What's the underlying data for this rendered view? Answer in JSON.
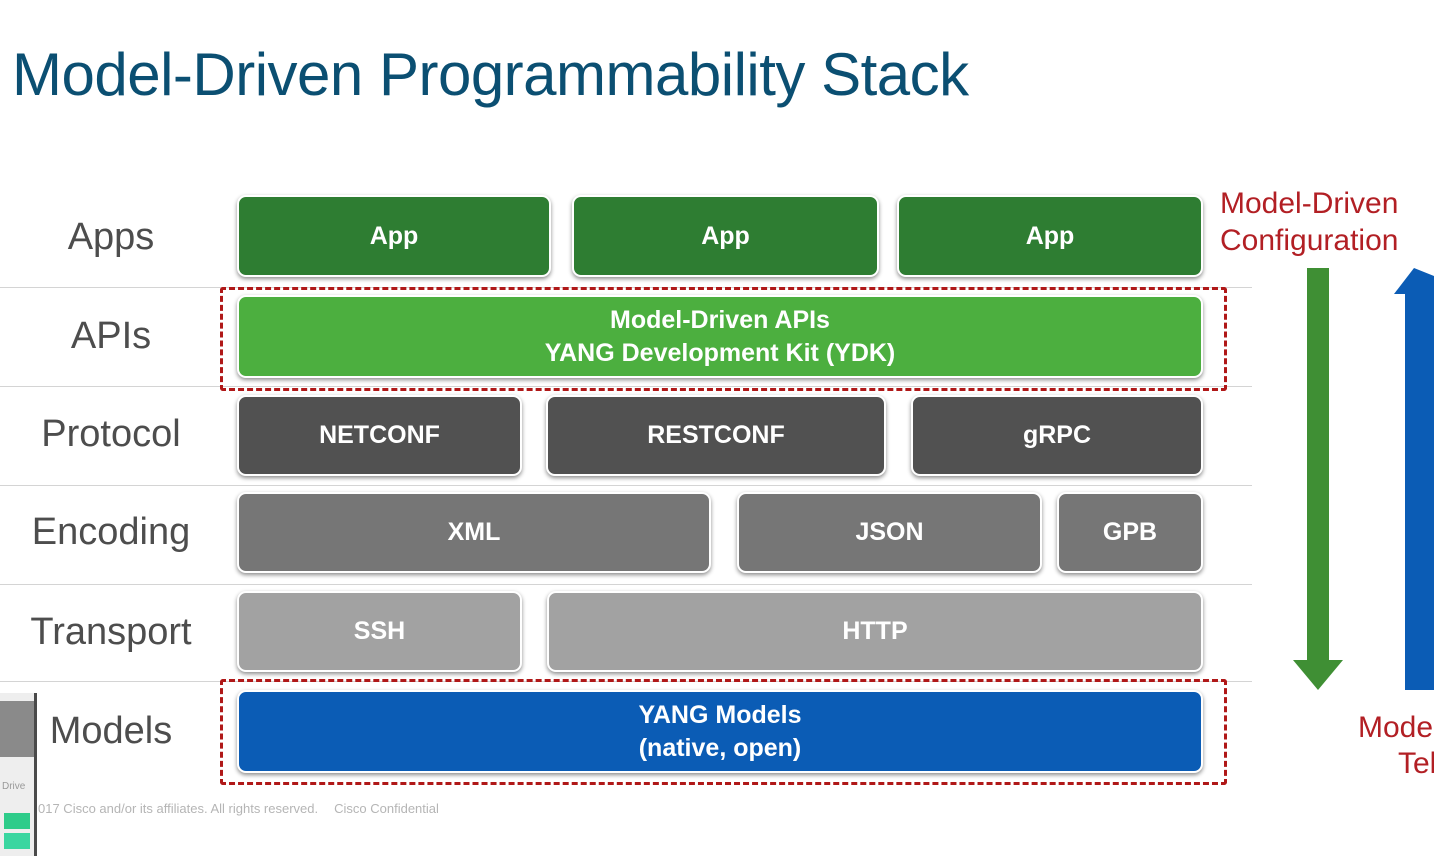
{
  "title": "Model-Driven Programmability Stack",
  "layers": {
    "apps": "Apps",
    "apis": "APIs",
    "protocol": "Protocol",
    "encoding": "Encoding",
    "transport": "Transport",
    "models": "Models"
  },
  "apps": [
    "App",
    "App",
    "App"
  ],
  "apis": {
    "line1": "Model-Driven APIs",
    "line2": "YANG Development Kit (YDK)"
  },
  "protocols": [
    "NETCONF",
    "RESTCONF",
    "gRPC"
  ],
  "encodings": [
    "XML",
    "JSON",
    "GPB"
  ],
  "transports": [
    "SSH",
    "HTTP"
  ],
  "models": {
    "line1": "YANG Models",
    "line2": "(native, open)"
  },
  "side": {
    "config_line1": "Model-Driven",
    "config_line2": "Configuration",
    "telemetry_line1": "Model-",
    "telemetry_line2": "Tel"
  },
  "footer": {
    "copyright": "017  Cisco and/or its affiliates. All rights reserved.",
    "confidential": "Cisco Confidential"
  },
  "colors": {
    "title": "#0b4f72",
    "apps": "#2e7d32",
    "apis": "#4caf3f",
    "protocol": "#515151",
    "encoding": "#767676",
    "transport": "#a2a2a2",
    "models": "#0b5cb5",
    "dashed_highlight": "#b01818",
    "config_arrow": "#3f8f34",
    "telemetry_arrow": "#0b5cb5"
  }
}
